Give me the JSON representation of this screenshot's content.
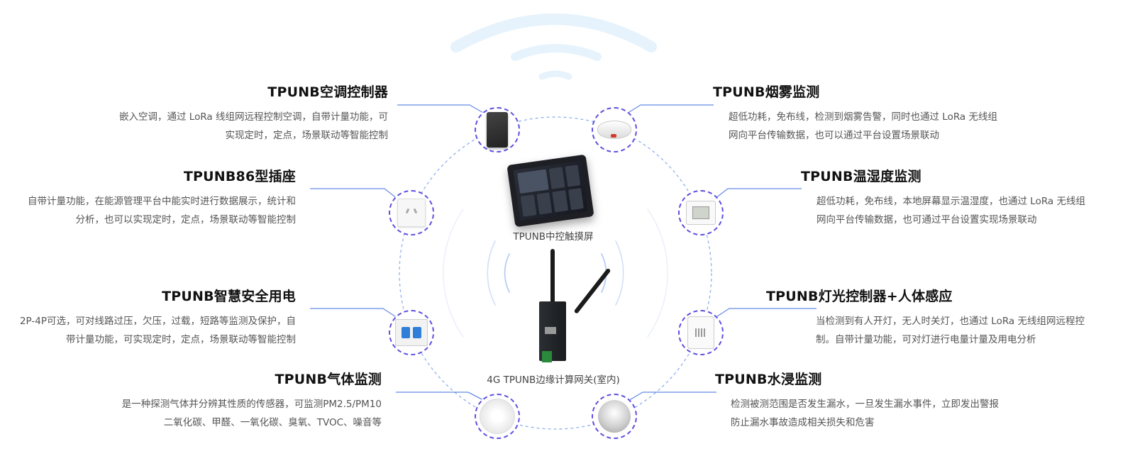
{
  "features": {
    "ac_controller": {
      "title": "TPUNB空调控制器",
      "desc": [
        "嵌入空调，通过 LoRa 线组网远程控制空调，自带计量功能，可",
        "实现定时，定点，场景联动等智能控制"
      ],
      "icon": "air-conditioner-controller-icon"
    },
    "socket86": {
      "title": "TPUNB86型插座",
      "desc": [
        "自带计量功能，在能源管理平台中能实时进行数据展示，统计和",
        "分析，也可以实现定时，定点，场景联动等智能控制"
      ],
      "icon": "wall-socket-icon"
    },
    "smart_power": {
      "title": "TPUNB智慧安全用电",
      "desc": [
        "2P-4P可选，可对线路过压，欠压，过载，短路等监测及保护，自",
        "带计量功能，可实现定时，定点，场景联动等智能控制"
      ],
      "icon": "circuit-breaker-icon"
    },
    "gas": {
      "title": "TPUNB气体监测",
      "desc": [
        "是一种探测气体并分辨其性质的传感器，可监测PM2.5/PM10",
        "二氧化碳、甲醛、一氧化碳、臭氧、TVOC、噪音等"
      ],
      "icon": "gas-sensor-icon"
    },
    "smoke": {
      "title": "TPUNB烟雾监测",
      "desc": [
        "超低功耗，免布线，检测到烟雾告警，同时也通过 LoRa 无线组",
        "网向平台传输数据，也可以通过平台设置场景联动"
      ],
      "icon": "smoke-detector-icon"
    },
    "temp_humidity": {
      "title": "TPUNB温湿度监测",
      "desc": [
        "超低功耗，免布线，本地屏幕显示温湿度，也通过 LoRa 无线组",
        "网向平台传输数据，也可通过平台设置实现场景联动"
      ],
      "icon": "thermo-hygrometer-icon"
    },
    "light": {
      "title": "TPUNB灯光控制器+人体感应",
      "desc": [
        "当检测到有人开灯，无人时关灯，也通过 LoRa 无线组网远程控",
        "制。自带计量功能，可对灯进行电量计量及用电分析"
      ],
      "icon": "motion-light-controller-icon"
    },
    "water": {
      "title": "TPUNB水浸监测",
      "desc": [
        "检测被测范围是否发生漏水，一旦发生漏水事件，立即发出警报",
        "防止漏水事故造成相关损失和危害"
      ],
      "icon": "water-leak-sensor-icon"
    }
  },
  "center": {
    "touch_screen_label": "TPUNB中控触摸屏",
    "gateway_label": "4G TPUNB边缘计算网关(室内)"
  },
  "colors": {
    "node_border": "#5e4fe0",
    "connector": "#3f6fe0",
    "ring": "#8fb0ef",
    "wifi": "#e9f5fd"
  }
}
